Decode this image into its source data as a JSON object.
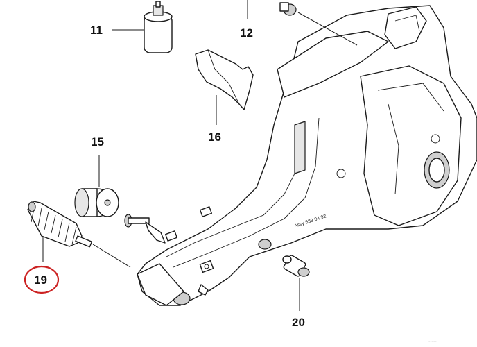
{
  "callouts": {
    "c11": "11",
    "c12": "12",
    "c15": "15",
    "c16": "16",
    "c19": "19",
    "c20": "20"
  },
  "highlighted_callout": "19",
  "highlight_color": "#cc2222",
  "stamp_text": "Assy 539 04 92",
  "footer_mark": "-----"
}
